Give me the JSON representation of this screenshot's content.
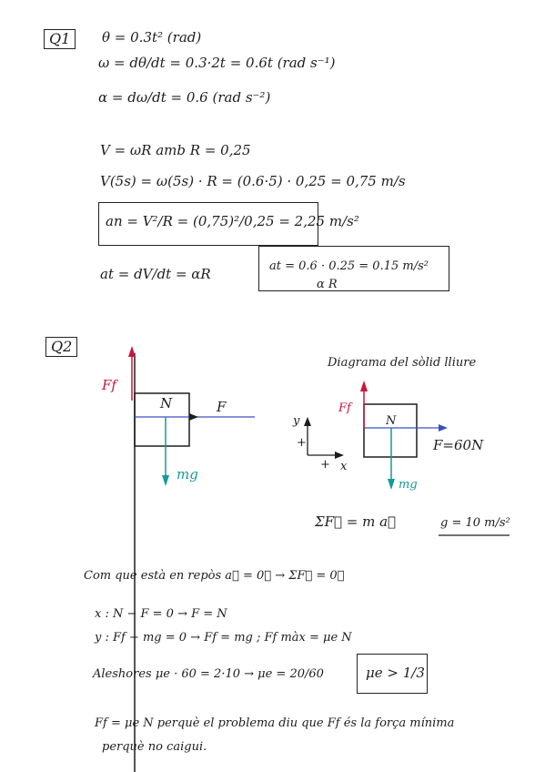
{
  "q1": {
    "label": "Q1",
    "lines": [
      "θ = 0.3t²   (rad)",
      "ω = dθ/dt = 0.3·2t = 0.6t   (rad s⁻¹)",
      "α = dω/dt = 0.6   (rad s⁻²)",
      "V = ωR    amb R = 0,25",
      "V(5s) = ω(5s) · R = (0.6·5) · 0,25 = 0,75 m/s",
      "an = V²/R = (0,75)²/0,25 = 2,25 m/s²",
      "at = dV/dt = αR",
      "at = 0.6 · 0.25 = 0.15 m/s²",
      "α   R"
    ]
  },
  "q2": {
    "label": "Q2",
    "diagram1": {
      "ff": "Ff",
      "n": "N",
      "f": "F",
      "mg": "mg"
    },
    "diagram2": {
      "title": "Diagrama del sòlid lliure",
      "ff": "Ff",
      "n": "N",
      "f": "F=60N",
      "mg": "mg",
      "axis_y": "y",
      "axis_x": "x",
      "plus_y": "+",
      "plus_x": "+"
    },
    "sum_eq": "ΣF⃗ = m a⃗",
    "g_eq": "g = 10 m/s²",
    "lines": [
      "Com que està en repòs  a⃗ = 0⃗  →  ΣF⃗ = 0⃗",
      "x :  N − F = 0  →  F = N",
      "y :  Ff − mg = 0  →  Ff = mg   ;  Ff màx = μe N",
      "Aleshores   μe · 60 = 2·10  →  μe = 20/60",
      "μe > 1/3",
      "Ff = μe N  perquè el problema diu que Ff és la força mínima",
      "perquè no caigui."
    ]
  },
  "colors": {
    "ink": "#1d1d1d",
    "red": "#c9163a",
    "teal": "#139a9a",
    "blue": "#3a4fc4"
  }
}
